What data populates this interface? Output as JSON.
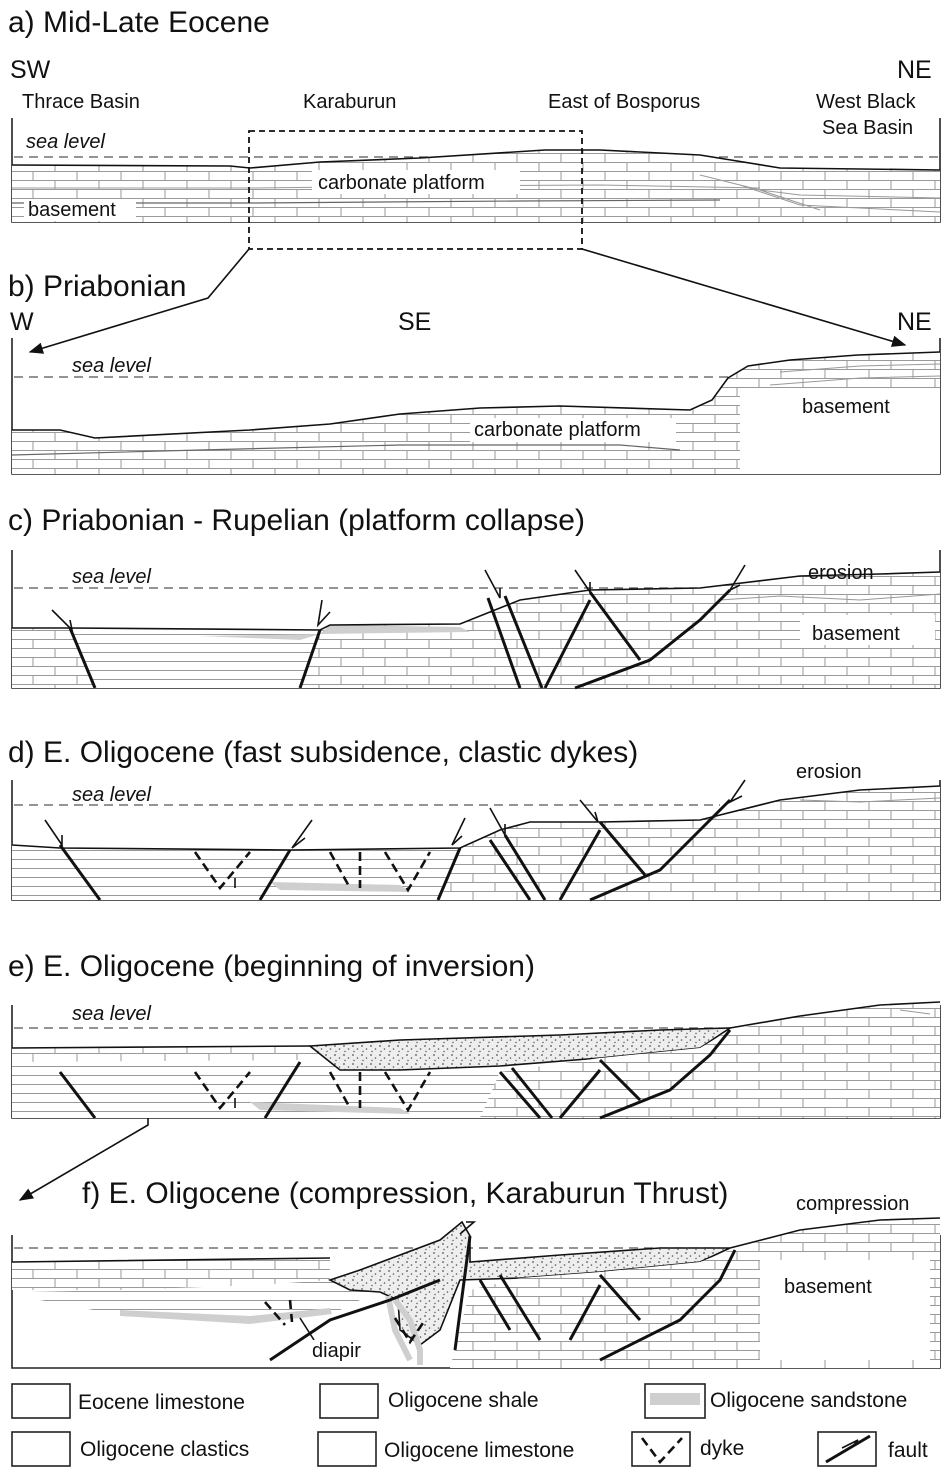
{
  "panels": {
    "a": {
      "title": "a) Mid-Late Eocene",
      "dir_left": "SW",
      "dir_right": "NE",
      "places": [
        "Thrace Basin",
        "Karaburun",
        "East of Bosporus",
        "West Black",
        "Sea Basin"
      ],
      "sea_level": "sea level",
      "carbonate": "carbonate platform",
      "basement": "basement"
    },
    "b": {
      "title": "b) Priabonian",
      "dir_left": "W",
      "dir_mid": "SE",
      "dir_right": "NE",
      "sea_level": "sea level",
      "carbonate": "carbonate platform",
      "basement": "basement"
    },
    "c": {
      "title": "c) Priabonian - Rupelian (platform collapse)",
      "sea_level": "sea level",
      "erosion": "erosion",
      "basement": "basement"
    },
    "d": {
      "title": "d) E. Oligocene (fast subsidence, clastic dykes)",
      "sea_level": "sea level",
      "erosion": "erosion"
    },
    "e": {
      "title": "e) E. Oligocene (beginning of inversion)",
      "sea_level": "sea level"
    },
    "f": {
      "title": "f) E. Oligocene (compression, Karaburun Thrust)",
      "compression": "compression",
      "basement": "basement",
      "diapir": "diapir"
    }
  },
  "legend": {
    "eocene_limestone": "Eocene limestone",
    "oligocene_shale": "Oligocene shale",
    "oligocene_sandstone": "Oligocene sandstone",
    "oligocene_clastics": "Oligocene clastics",
    "oligocene_limestone": "Oligocene limestone",
    "dyke": "dyke",
    "fault": "fault"
  },
  "colors": {
    "sandstone_fill": "#cfcfcf",
    "clastics_fill": "#eeeeee",
    "line": "#111111"
  }
}
